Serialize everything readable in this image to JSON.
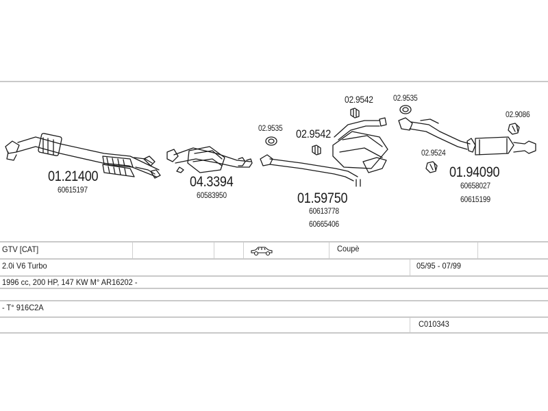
{
  "parts": [
    {
      "code": "01.21400",
      "refs": [
        "60615197"
      ]
    },
    {
      "code": "04.3394",
      "refs": [
        "60583950"
      ]
    },
    {
      "code": "01.59750",
      "refs": [
        "60613778",
        "60665406"
      ]
    },
    {
      "code": "01.94090",
      "refs": [
        "60658027",
        "60615199"
      ]
    }
  ],
  "small_parts": [
    "02.9535",
    "02.9542",
    "02.9542",
    "02.9535",
    "02.9524",
    "02.9086"
  ],
  "table": {
    "model": "GTV  [CAT]",
    "body": "Coupè",
    "engine": "2.0i  V6 Turbo",
    "years": "05/95 - 07/99",
    "spec": "1996 cc, 200 HP, 147 KW M° AR16202 -",
    "type": "- T° 916C2A",
    "ref": "C010343"
  },
  "icons": [
    "car-icon"
  ],
  "colors": {
    "lines": "#c9c9c9",
    "ink": "#1a1a1a"
  }
}
